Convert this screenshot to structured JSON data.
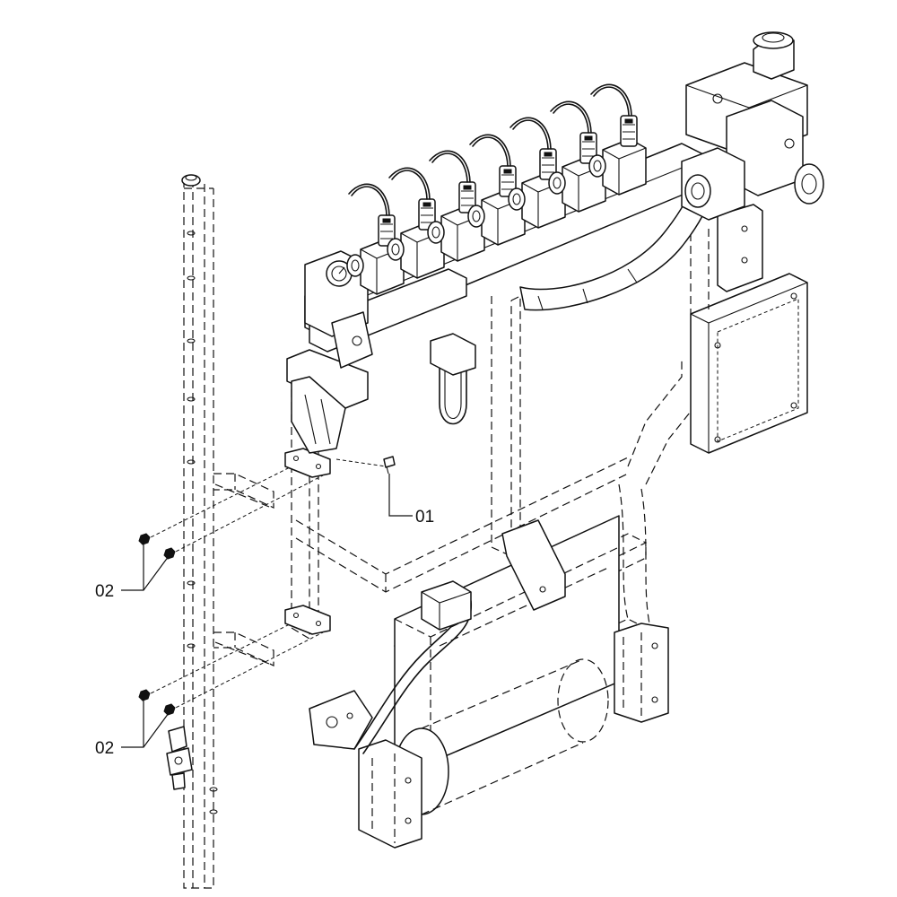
{
  "callouts": [
    {
      "id": "callout-01",
      "label": "01"
    },
    {
      "id": "callout-02-upper",
      "label": "02"
    },
    {
      "id": "callout-02-lower",
      "label": "02"
    }
  ],
  "colors": {
    "ink": "#111111",
    "paper": "#ffffff"
  }
}
